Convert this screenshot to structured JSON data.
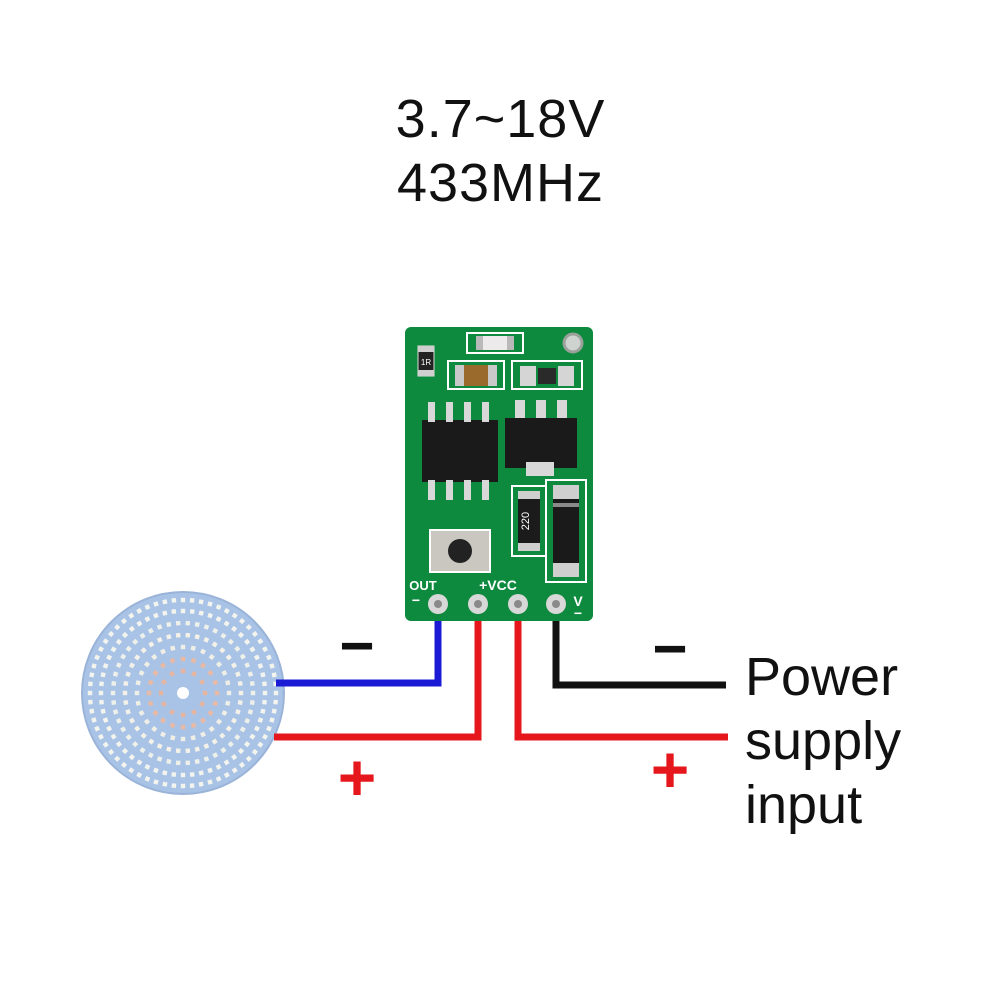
{
  "header": {
    "voltage_range": "3.7~18V",
    "frequency": "433MHz"
  },
  "board": {
    "pin_labels": {
      "out": "OUT",
      "out_sign": "−",
      "vcc": "+VCC",
      "v": "V",
      "v_sign": "−"
    },
    "resistor_marking": "220",
    "small_resistor_marking": "1R",
    "pcb_color": "#0d8a3e"
  },
  "wiring": {
    "load_negative_sign": "−",
    "load_positive_sign": "+",
    "supply_negative_sign": "−",
    "supply_positive_sign": "+",
    "colors": {
      "negative_out": "#1b1bd6",
      "positive": "#e5171c",
      "ground": "#111111"
    }
  },
  "power_supply_label": {
    "line1": "Power",
    "line2": "supply",
    "line3": "input"
  },
  "load": {
    "icon": "led-disc-icon"
  }
}
